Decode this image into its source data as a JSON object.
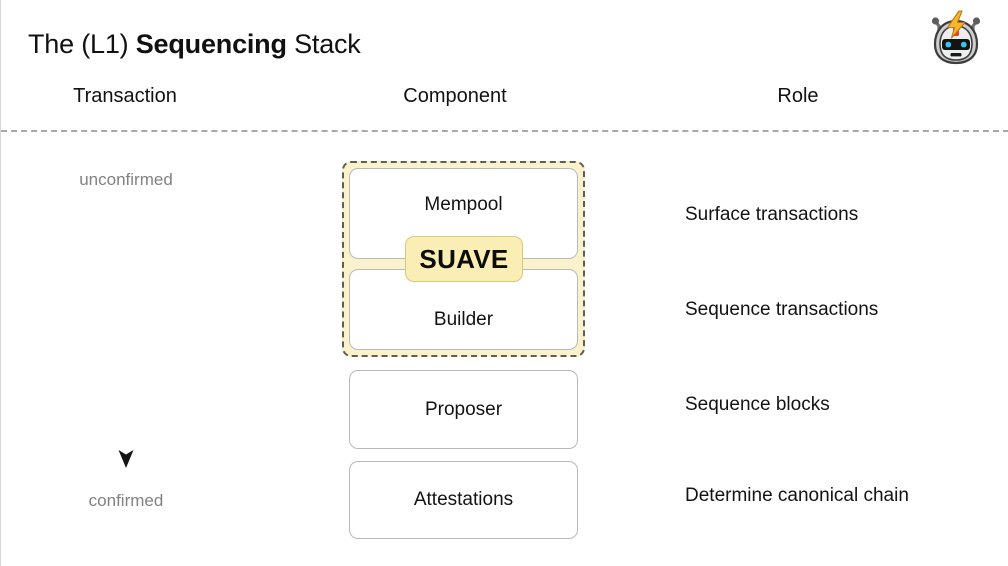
{
  "slide": {
    "title_parts": {
      "lead": "The (L1) ",
      "emphasis": "Sequencing",
      "trail": " Stack"
    },
    "logo_name": "flashbots-robot-logo"
  },
  "columns": {
    "transaction": "Transaction",
    "component": "Component",
    "role": "Role"
  },
  "flow": {
    "top_label": "unconfirmed",
    "bottom_label": "confirmed",
    "arrow_direction": "down",
    "arrow_gradient_from": "#e9e9e9",
    "arrow_gradient_to": "#1a1a1a"
  },
  "suave": {
    "badge_label": "SUAVE",
    "badge_fill": "#faeeb4",
    "badge_border": "#d8c97d",
    "group_fill": "#faf2cd",
    "group_border": "#5f5f51"
  },
  "rows": [
    {
      "component": "Mempool",
      "role": "Surface transactions",
      "in_suave": true
    },
    {
      "component": "Builder",
      "role": "Sequence transactions",
      "in_suave": true
    },
    {
      "component": "Proposer",
      "role": "Sequence blocks",
      "in_suave": false
    },
    {
      "component": "Attestations",
      "role": "Determine canonical chain",
      "in_suave": false
    }
  ],
  "colors": {
    "background": "#ffffff",
    "text": "#131313",
    "muted_text": "#828282",
    "box_border": "#b9b9b9",
    "divider": "#a8a8a8"
  }
}
